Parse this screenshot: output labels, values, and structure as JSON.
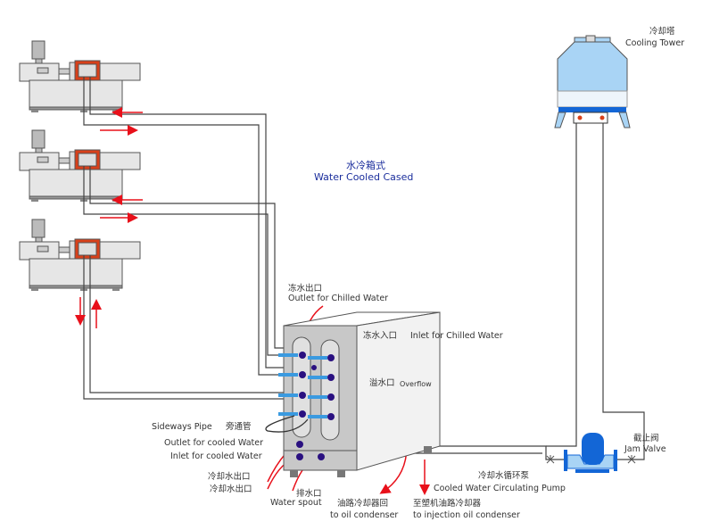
{
  "title": {
    "cn": "水冷箱式",
    "en": "Water Cooled Cased"
  },
  "cooling_tower": {
    "cn": "冷却塔",
    "en": "Cooling Tower"
  },
  "chilled_outlet": {
    "cn": "冻水出口",
    "en": "Outlet for Chilled  Water"
  },
  "chilled_inlet": {
    "cn": "冻水入口",
    "en": "Inlet for Chilled  Water"
  },
  "overflow": {
    "cn": "溢水口",
    "en": "Overflow"
  },
  "sideways_pipe": {
    "en": "Sideways Pipe",
    "cn": "旁通管"
  },
  "cooled_outlet": {
    "en": "Outlet for cooled Water",
    "cn": "冷却水出口"
  },
  "cooled_inlet": {
    "en": "Inlet for cooled Water",
    "cn": "冷却水出口"
  },
  "water_spout": {
    "cn": "排水口",
    "en": "Water spout"
  },
  "oil_condenser": {
    "cn": "油路冷却器回",
    "en": "to oil condenser"
  },
  "injection_oil_condenser": {
    "cn": "至塑机油路冷却器",
    "en": "to injection oil condenser"
  },
  "pump": {
    "cn": "冷却水循环泵",
    "en": "Cooled Water Circulating Pump"
  },
  "jam_valve": {
    "cn": "截止阀",
    "en": "Jam Valve"
  },
  "colors": {
    "arrow": "#e8101a",
    "nozzle": "#3a9ae0",
    "port": "#2a1080",
    "tower": "#a9d4f5",
    "pump": "#1366d6",
    "mold": "#d8401a"
  }
}
